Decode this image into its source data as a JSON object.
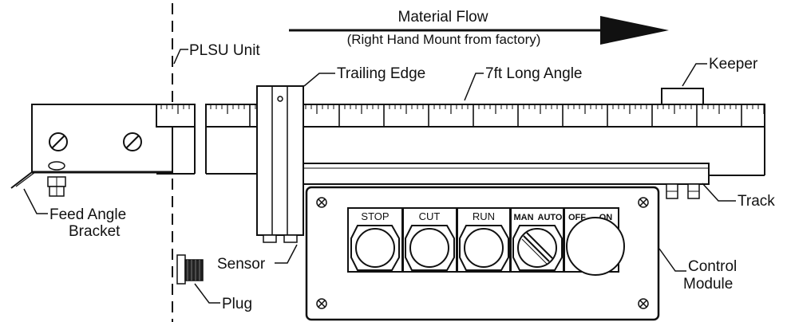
{
  "diagram": {
    "material_flow": {
      "title": "Material Flow",
      "subtitle": "(Right Hand Mount from factory)"
    },
    "labels": {
      "plsu_unit": "PLSU Unit",
      "trailing_edge": "Trailing Edge",
      "long_angle": "7ft Long Angle",
      "keeper": "Keeper",
      "track": "Track",
      "feed_angle_line1": "Feed Angle",
      "feed_angle_line2": "Bracket",
      "sensor": "Sensor",
      "plug": "Plug",
      "control_module_line1": "Control",
      "control_module_line2": "Module"
    },
    "control_buttons": {
      "stop": "STOP",
      "cut": "CUT",
      "run": "RUN",
      "man": "MAN",
      "auto": "AUTO",
      "off": "OFF",
      "on": "ON"
    }
  }
}
